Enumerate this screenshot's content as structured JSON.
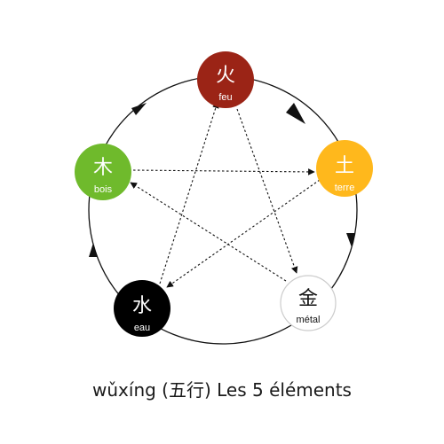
{
  "caption": "wǔxíng (五行)  Les 5 éléments",
  "elements": [
    {
      "id": "feu",
      "char": "火",
      "label": "feu",
      "fill": "#9b2416",
      "text_color": "#ffffff"
    },
    {
      "id": "terre",
      "char": "土",
      "label": "terre",
      "fill": "#ffb81c",
      "text_color": "#ffffff"
    },
    {
      "id": "metal",
      "char": "金",
      "label": "métal",
      "fill": "#ffffff",
      "text_color": "#111111"
    },
    {
      "id": "eau",
      "char": "水",
      "label": "eau",
      "fill": "#000000",
      "text_color": "#ffffff"
    },
    {
      "id": "bois",
      "char": "木",
      "label": "bois",
      "fill": "#6fba2c",
      "text_color": "#ffffff"
    }
  ],
  "cycles": {
    "generating": [
      "feu",
      "terre",
      "metal",
      "eau",
      "bois"
    ],
    "controlling": [
      [
        "feu",
        "metal"
      ],
      [
        "metal",
        "bois"
      ],
      [
        "bois",
        "terre"
      ],
      [
        "terre",
        "eau"
      ],
      [
        "eau",
        "feu"
      ]
    ]
  }
}
